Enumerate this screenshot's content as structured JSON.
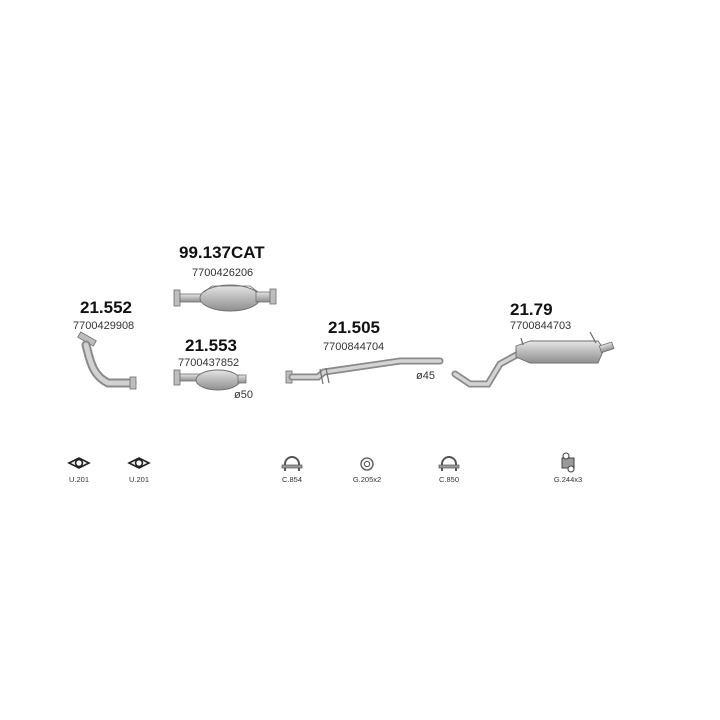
{
  "parts": [
    {
      "code": "99.137CAT",
      "oem": "7700426206"
    },
    {
      "code": "21.552",
      "oem": "7700429908"
    },
    {
      "code": "21.553",
      "oem": "7700437852",
      "diameter": "ø50"
    },
    {
      "code": "21.505",
      "oem": "7700844704",
      "diameter": "ø45"
    },
    {
      "code": "21.79",
      "oem": "7700844703"
    }
  ],
  "accessories": [
    {
      "label": "U.201",
      "icon": "flange-gasket-icon"
    },
    {
      "label": "U.201",
      "icon": "flange-gasket-icon"
    },
    {
      "label": "C.854",
      "icon": "u-clamp-icon"
    },
    {
      "label": "G.205x2",
      "icon": "rubber-ring-icon"
    },
    {
      "label": "C.850",
      "icon": "u-clamp-icon"
    },
    {
      "label": "G.244x3",
      "icon": "rubber-hanger-icon"
    }
  ],
  "colors": {
    "part_fill": "#c8c8c8",
    "part_stroke": "#6e6e6e",
    "background": "#ffffff"
  }
}
